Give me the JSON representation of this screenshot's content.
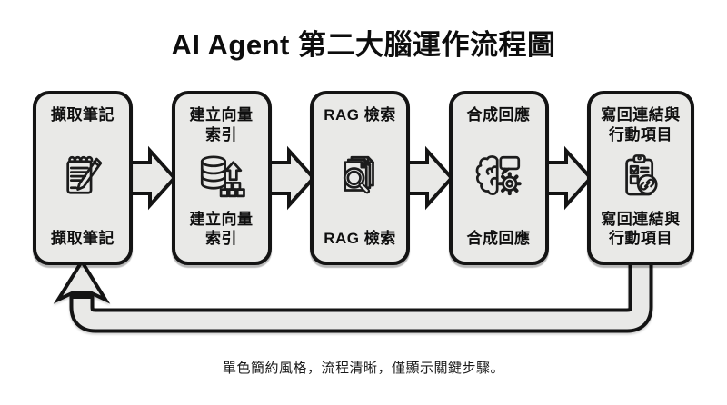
{
  "title": "AI Agent 第二大腦運作流程圖",
  "caption": "單色簡約風格，流程清晰，僅顯示關鍵步驟。",
  "colors": {
    "background": "#ffffff",
    "box_fill": "#e9e9e7",
    "outline": "#141414",
    "text": "#111111"
  },
  "nodes": [
    {
      "id": "capture-notes",
      "top_label": "擷取筆記",
      "bottom_label": "擷取筆記",
      "icon": "notepad-pencil-icon"
    },
    {
      "id": "build-vector-index",
      "top_label": "建立向量\n索引",
      "bottom_label": "建立向量\n索引",
      "icon": "vector-database-icon"
    },
    {
      "id": "rag-retrieval",
      "top_label": "RAG 檢索",
      "bottom_label": "RAG 檢索",
      "icon": "document-search-icon"
    },
    {
      "id": "synthesize-response",
      "top_label": "合成回應",
      "bottom_label": "合成回應",
      "icon": "brain-chat-gear-icon"
    },
    {
      "id": "write-back-links-actions",
      "top_label": "寫回連結與\n行動項目",
      "bottom_label": "寫回連結與\n行動項目",
      "icon": "clipboard-link-icon"
    }
  ]
}
